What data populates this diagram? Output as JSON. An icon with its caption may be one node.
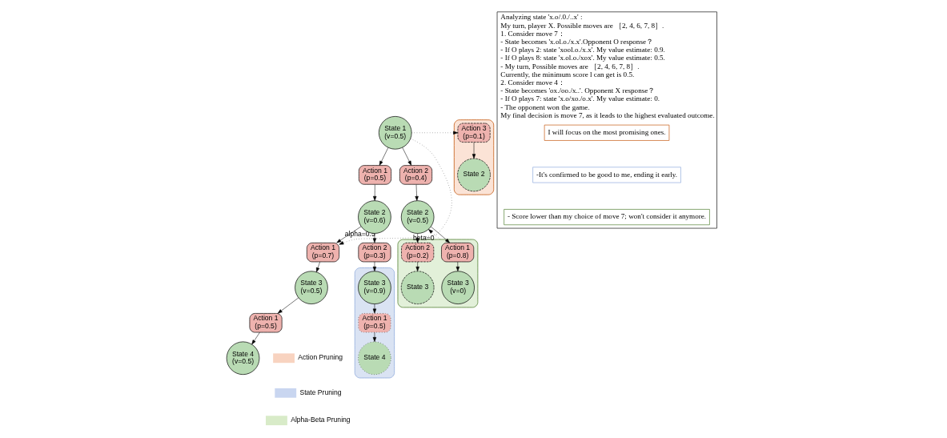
{
  "diagram": {
    "nodes": [
      {
        "text": [
          "State 1 (v=0.5)"
        ]
      },
      {
        "text": [
          "Action 1 (p=0.5)"
        ]
      },
      {
        "text": [
          "Action 2 (p=0.4)"
        ]
      },
      {
        "text": [],
        "shape": "box"
      },
      {
        "text": [
          "Action 3 (p=0.1)"
        ],
        "in": 3
      },
      {
        "text": [
          "State 2"
        ],
        "in": 3
      },
      {
        "text": [
          "State 2 (v=0.6)"
        ]
      },
      {
        "text": [
          "State 2 (v=0.5)"
        ]
      },
      {
        "text": [
          "Action 1 (p=0.7)"
        ]
      },
      {
        "text": [
          "Action 2 (p=0.3)"
        ]
      },
      {
        "text": [],
        "shape": "box"
      },
      {
        "text": [
          "Action 1 (p=0.8)"
        ],
        "in": 10
      },
      {
        "text": [
          "Action 2 (p=0.2)"
        ],
        "in": 10
      },
      {
        "text": [
          "State 3 (v=0.5)"
        ]
      },
      {
        "text": [],
        "shape": "box"
      },
      {
        "text": [
          "State 3 (v=0.9)"
        ],
        "in": 14
      },
      {
        "text": [
          "State 3 (v=0)"
        ],
        "in": 10
      },
      {
        "text": [
          "State 3"
        ],
        "in": 10
      },
      {
        "text": [
          "Action 1 (p=0.5)"
        ]
      },
      {
        "text": [
          "Action 1 (p=0.5)"
        ],
        "in": 14
      },
      {
        "text": [
          "State 4 (v=0.5)"
        ]
      },
      {
        "text": [
          "State 4"
        ],
        "in": 14
      },
      {
        "text": [
          "Analyzing state 'x.o/.0./..x' :",
          "My turn, player X. Possible moves are ［2, 4, 6, 7, 8］.",
          "1. Consider move 7：",
          "- State becomes 'x.ol.o./x.x'.Opponent O response？",
          "- If O plays 2: state 'xool.o./x.x'. My value estimate: 0.9.",
          "- If O plays 8: state 'x.ol.o./xox'. My value estimate: 0.5.",
          "- My turn, Possible moves are ［2, 4, 6, 7, 8］.",
          "Currently, the minimum score l can get is 0.5.",
          "2. Consider move 4：",
          "- State becomes 'ox./oo./x..'. Opponent X response？",
          "- If O plays 7: state 'x.o/xo./o.x'. My value estimate: 0.",
          "- The opponent won the game.",
          "My final decision is move 7, as it leads to the highest evaluated outcome."
        ]
      },
      {
        "text": [
          "I will focus on the most promising ones."
        ],
        "in": 22
      },
      {
        "text": [
          "-It's confirmed to be good to me, ending it early."
        ],
        "in": 22
      },
      {
        "text": [
          "- Score lower than my choice of move 7; won't consider it anymore."
        ],
        "in": 22
      }
    ],
    "edges": [
      {
        "from": 0,
        "to": 1,
        "arrow": "to"
      },
      {
        "from": 0,
        "to": 2,
        "arrow": "to"
      },
      {
        "from": 0,
        "to": 4,
        "arrow": "to",
        "style": "dashed"
      },
      {
        "from": 0,
        "to": 8,
        "arrow": "to",
        "style": "dashed",
        "label": "alpha=0.5"
      },
      {
        "from": 1,
        "to": 6,
        "arrow": "to"
      },
      {
        "from": 2,
        "to": 7,
        "arrow": "to"
      },
      {
        "from": 4,
        "to": 5,
        "arrow": "to"
      },
      {
        "from": 10,
        "to": 7,
        "arrow": "to",
        "style": "dashed",
        "label": "beta=0"
      },
      {
        "from": 6,
        "to": 8,
        "arrow": "to"
      },
      {
        "from": 6,
        "to": 9,
        "arrow": "to"
      },
      {
        "from": 7,
        "to": 11,
        "arrow": "to"
      },
      {
        "from": 7,
        "to": 12,
        "arrow": "to"
      },
      {
        "from": 8,
        "to": 13,
        "arrow": "to"
      },
      {
        "from": 9,
        "to": 15,
        "arrow": "to"
      },
      {
        "from": 11,
        "to": 16,
        "arrow": "to"
      },
      {
        "from": 12,
        "to": 17,
        "arrow": "to"
      },
      {
        "from": 13,
        "to": 18,
        "arrow": "to"
      },
      {
        "from": 15,
        "to": 19,
        "arrow": "to"
      },
      {
        "from": 18,
        "to": 20,
        "arrow": "to"
      },
      {
        "from": 19,
        "to": 21,
        "arrow": "to"
      }
    ],
    "legend": [
      {
        "text": "Action Pruning",
        "color": "#f8d3c0"
      },
      {
        "text": "State Pruning",
        "color": "#c9d6f0"
      },
      {
        "text": "Alpha-Beta Pruning",
        "color": "#d8ebc8"
      }
    ]
  }
}
